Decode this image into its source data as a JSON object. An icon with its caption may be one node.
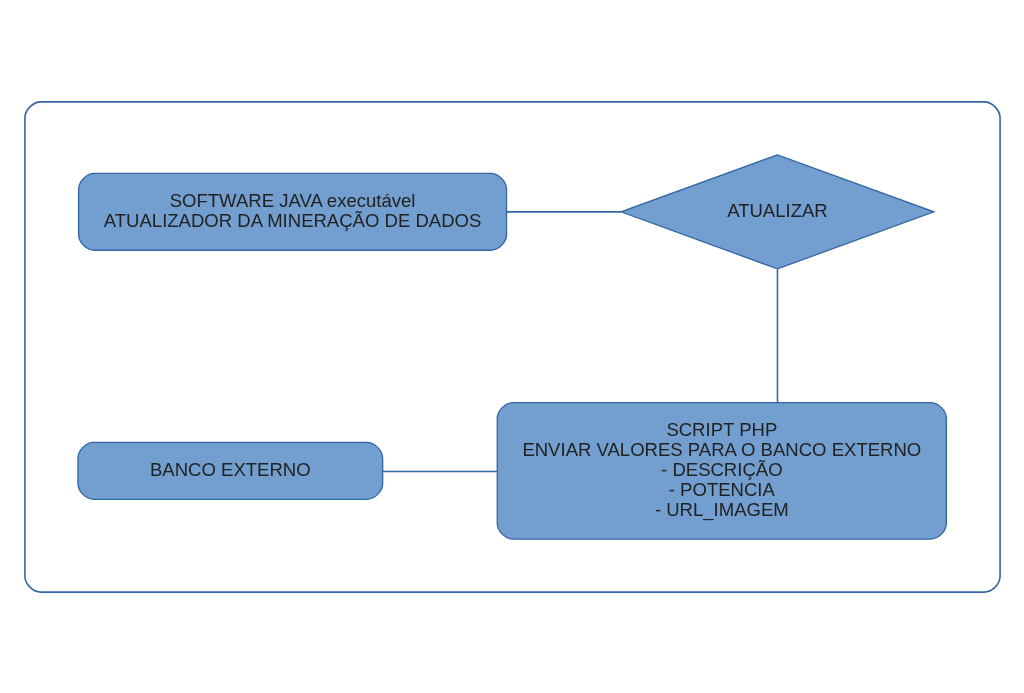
{
  "diagram": {
    "nodes": [
      {
        "text": [],
        "shape": "box"
      },
      {
        "text": [
          "SOFTWARE JAVA executável",
          "ATUALIZADOR DA MINERAÇÃO DE DADOS"
        ],
        "in": 0
      },
      {
        "text": [
          "ATUALIZAR"
        ],
        "in": 0
      },
      {
        "text": [
          "SCRIPT PHP",
          "ENVIAR VALORES PARA O BANCO EXTERNO",
          "- DESCRIÇÃO",
          "- POTENCIA",
          "- URL_IMAGEM"
        ],
        "in": 0
      },
      {
        "text": [
          "BANCO EXTERNO"
        ],
        "in": 0
      }
    ],
    "edges": [
      {
        "from": 1,
        "to": 2,
        "arrow": "none"
      },
      {
        "from": 2,
        "to": 3,
        "arrow": "none"
      },
      {
        "from": 3,
        "to": 4,
        "arrow": "none"
      }
    ]
  }
}
